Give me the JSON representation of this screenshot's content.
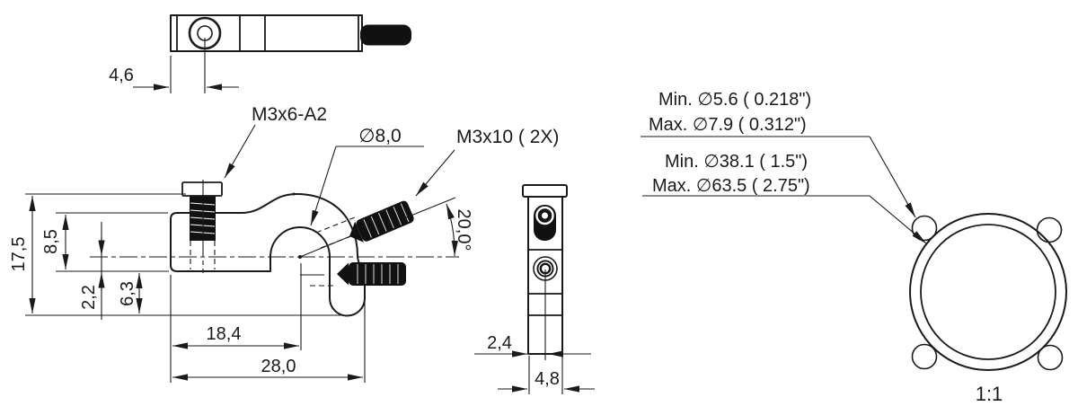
{
  "drawing": {
    "scale_label": "1:1",
    "labels": {
      "top_screw": "M3x6-A2",
      "bore_diameter": "∅8,0",
      "set_screws": "M3x10 ( 2X)"
    },
    "dims": {
      "top_view_hole_offset": "4,6",
      "total_height": "17,5",
      "upper_height": "8,5",
      "center_offset": "2,2",
      "lower_height": "6,3",
      "center_distance": "18,4",
      "total_width": "28,0",
      "screw_angle": "20,0°",
      "side_hole_offset": "2,4",
      "side_width": "4,8"
    },
    "clamp_specs": {
      "screw_tip_min": "Min. ∅5.6  ( 0.218\")",
      "screw_tip_max": "Max. ∅7.9  ( 0.312\")",
      "tube_min": "Min. ∅38.1  ( 1.5\")",
      "tube_max": "Max. ∅63.5  ( 2.75\")"
    }
  }
}
